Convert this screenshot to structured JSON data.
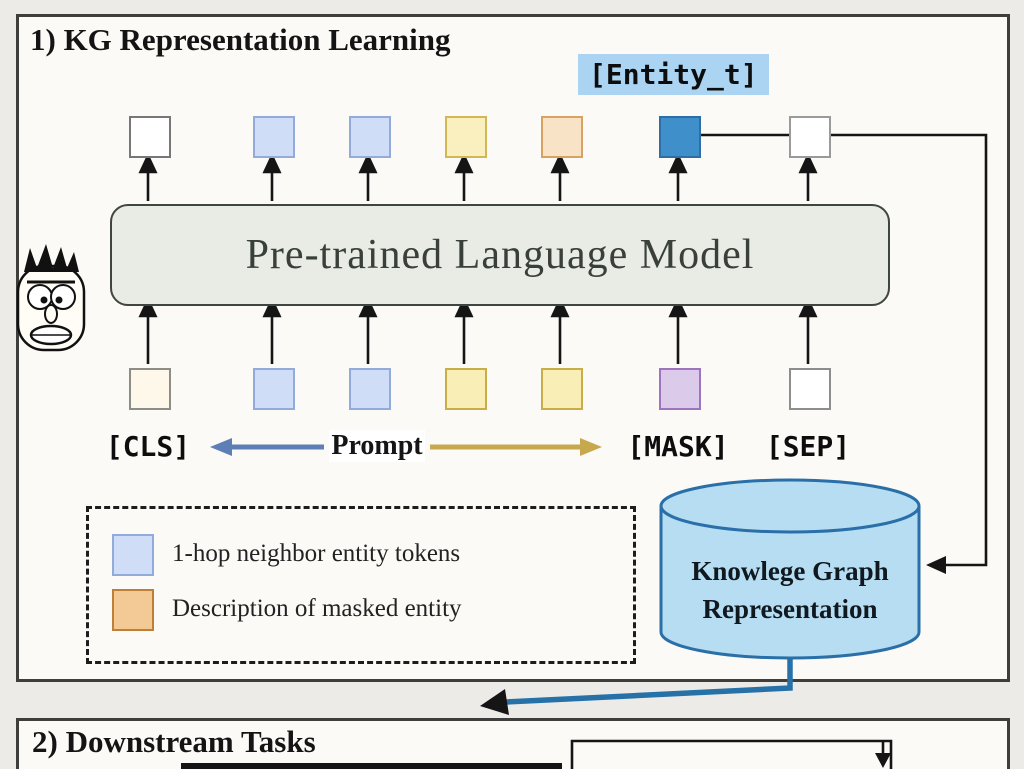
{
  "section1": {
    "title": "1) KG Representation Learning",
    "entity_token_label": "[Entity_t]",
    "plm_label": "Pre-trained Language Model",
    "token_labels": {
      "cls": "[CLS]",
      "prompt": "Prompt",
      "mask": "[MASK]",
      "sep": "[SEP]"
    },
    "output_tokens": [
      {
        "fill": "#ffffff",
        "border": "#777777"
      },
      {
        "fill": "#cfddf6",
        "border": "#93abdb"
      },
      {
        "fill": "#cfddf6",
        "border": "#93abdb"
      },
      {
        "fill": "#faf0bf",
        "border": "#d2b855"
      },
      {
        "fill": "#f8e3c6",
        "border": "#d8a360"
      },
      {
        "fill": "#3f8fca",
        "border": "#2e6ea6"
      },
      {
        "fill": "#ffffff",
        "border": "#9a9a9a"
      }
    ],
    "input_tokens": [
      {
        "fill": "#fdf8ea",
        "border": "#8d8d85"
      },
      {
        "fill": "#cfddf6",
        "border": "#93abdb"
      },
      {
        "fill": "#cfddf6",
        "border": "#93abdb"
      },
      {
        "fill": "#f9eeb6",
        "border": "#c9ad49"
      },
      {
        "fill": "#f9eeb6",
        "border": "#c9ad49"
      },
      {
        "fill": "#dccaea",
        "border": "#9d74bd"
      },
      {
        "fill": "#ffffff",
        "border": "#8d8d8d"
      }
    ],
    "legend": [
      {
        "label": "1-hop neighbor entity tokens",
        "swatch_fill": "#cfddf6",
        "swatch_border": "#93abdb"
      },
      {
        "label": "Description of masked entity",
        "swatch_fill": "#f3c995",
        "swatch_border": "#bf7f36"
      }
    ],
    "kg_store": {
      "line1": "Knowlege Graph",
      "line2": "Representation"
    }
  },
  "section2": {
    "title": "2) Downstream Tasks"
  },
  "colors": {
    "entity_highlight": "#abd3f2",
    "plm_fill": "#e8ece4",
    "plm_border": "#3f453f",
    "prompt_left_arrow": "#5d7fb5",
    "prompt_right_arrow": "#c8a84d",
    "cylinder_fill": "#b6ddf1",
    "cylinder_border": "#2a6fa8",
    "kg_arrow": "#2571a8"
  }
}
